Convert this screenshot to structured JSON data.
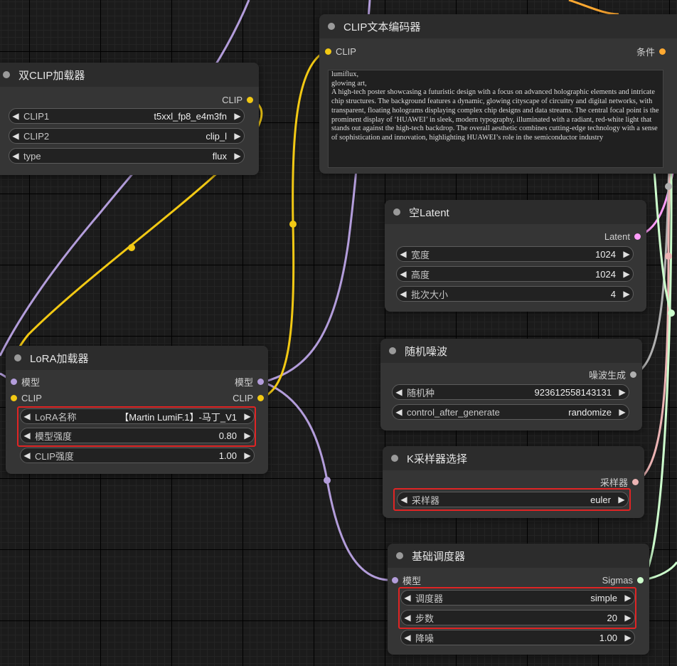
{
  "colors": {
    "clip_wire": "#f2c914",
    "model_wire": "#b39ddb",
    "conditioning_wire": "#ffa931",
    "latent_wire": "#ff9cf9",
    "noise_wire": "#b0b0b0",
    "sampler_wire": "#ecb4b4",
    "sigmas_wire": "#cdffcd",
    "highlight": "#e02424"
  },
  "dual_clip": {
    "title": "双CLIP加载器",
    "out_clip": "CLIP",
    "clip1_label": "CLIP1",
    "clip1_value": "t5xxl_fp8_e4m3fn",
    "clip2_label": "CLIP2",
    "clip2_value": "clip_l",
    "type_label": "type",
    "type_value": "flux"
  },
  "clip_text": {
    "title": "CLIP文本编码器",
    "in_clip": "CLIP",
    "out_cond": "条件",
    "text": "lumiflux,\nglowing art,\nA high-tech poster showcasing a futuristic design with a focus on advanced holographic elements and intricate chip structures.  The background features a dynamic, glowing cityscape of circuitry and digital networks, with transparent, floating holograms displaying complex chip designs and data streams.  The central focal point is the prominent display of ‘HUAWEI’ in sleek, modern typography, illuminated with a radiant, red-white light that stands out against the high-tech backdrop.  The overall aesthetic combines cutting-edge technology with a sense of sophistication and innovation, highlighting HUAWEI’s role in the semiconductor industry"
  },
  "empty_latent": {
    "title": "空Latent",
    "out_latent": "Latent",
    "width_label": "宽度",
    "width_value": "1024",
    "height_label": "高度",
    "height_value": "1024",
    "batch_label": "批次大小",
    "batch_value": "4"
  },
  "random_noise": {
    "title": "随机噪波",
    "out_noise": "噪波生成",
    "seed_label": "随机种",
    "seed_value": "923612558143131",
    "control_label": "control_after_generate",
    "control_value": "randomize"
  },
  "lora": {
    "title": "LoRA加载器",
    "in_model": "模型",
    "in_clip": "CLIP",
    "out_model": "模型",
    "out_clip": "CLIP",
    "name_label": "LoRA名称",
    "name_value": "【Martin LumiF.1】-马丁_V1",
    "model_strength_label": "模型强度",
    "model_strength_value": "0.80",
    "clip_strength_label": "CLIP强度",
    "clip_strength_value": "1.00"
  },
  "ksampler_select": {
    "title": "K采样器选择",
    "out_sampler": "采样器",
    "sampler_label": "采样器",
    "sampler_value": "euler"
  },
  "basic_scheduler": {
    "title": "基础调度器",
    "in_model": "模型",
    "out_sigmas": "Sigmas",
    "scheduler_label": "调度器",
    "scheduler_value": "simple",
    "steps_label": "步数",
    "steps_value": "20",
    "denoise_label": "降噪",
    "denoise_value": "1.00"
  },
  "icons": {
    "decrement": "left-triangle-arrow",
    "increment": "right-triangle-arrow",
    "node_status": "gray-dot"
  }
}
